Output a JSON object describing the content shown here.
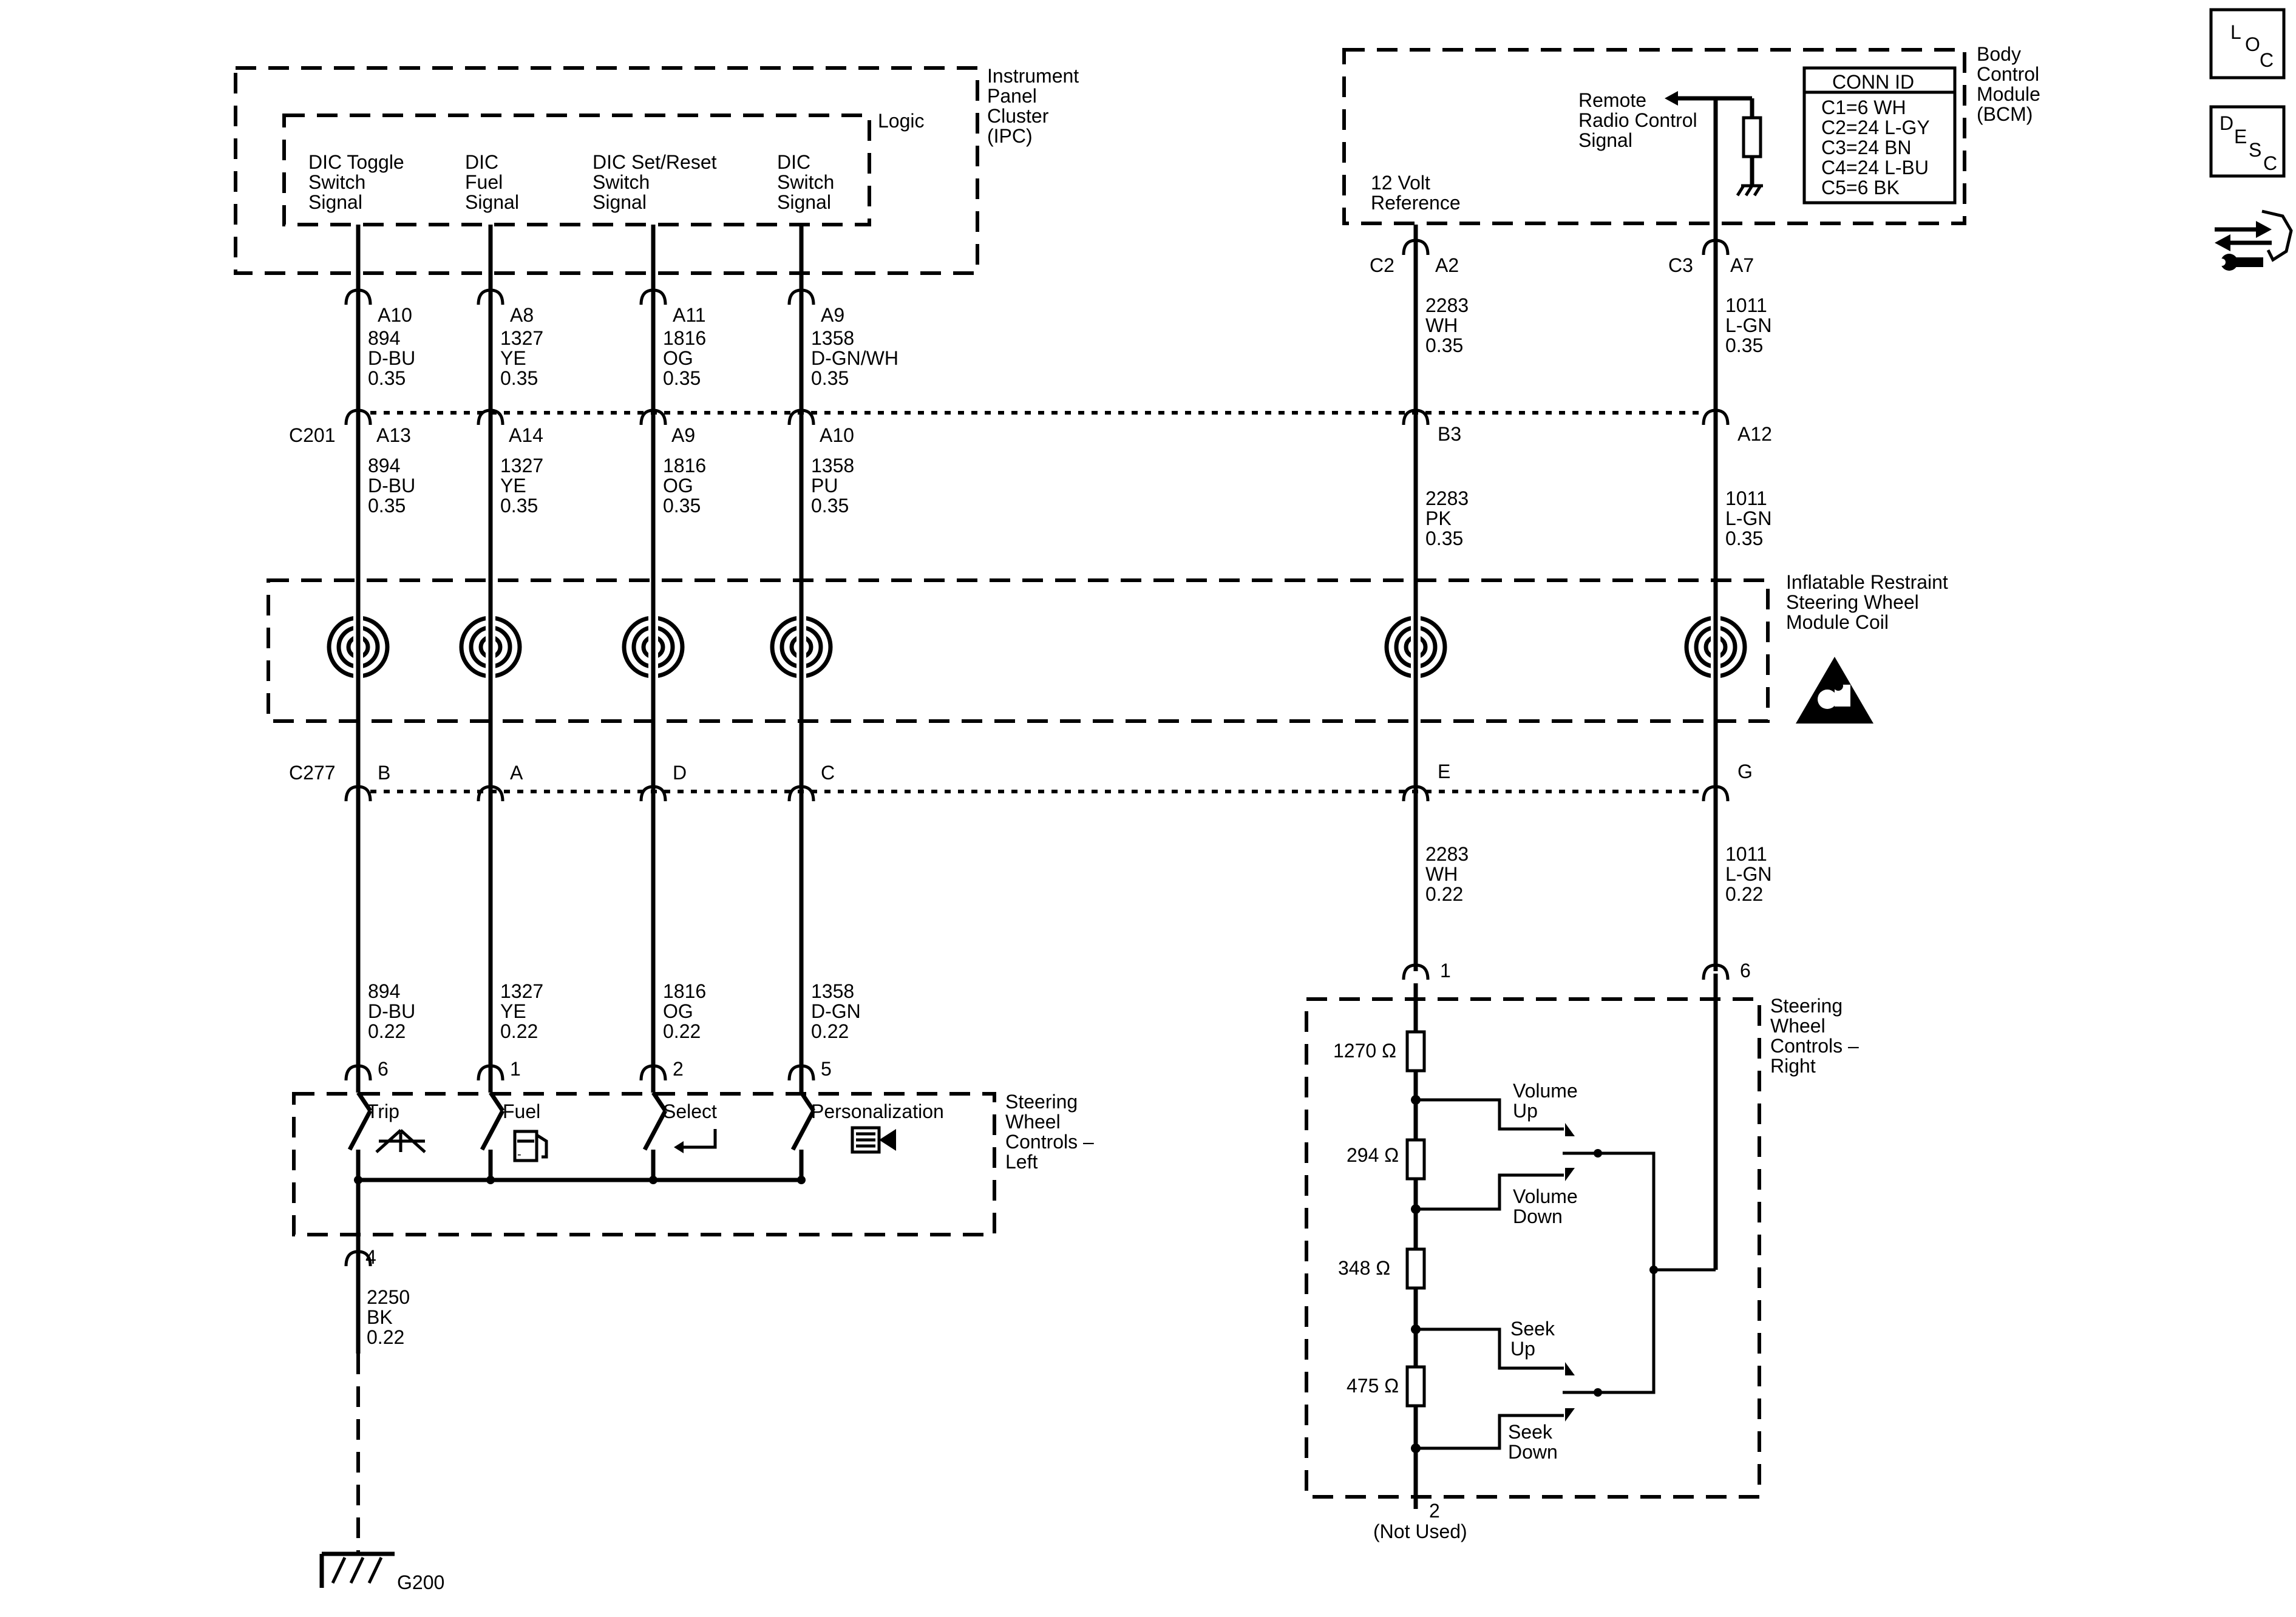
{
  "ipc": {
    "name_lines": [
      "Instrument",
      "Panel",
      "Cluster",
      "(IPC)"
    ],
    "logic_label": "Logic",
    "signals": [
      [
        "DIC Toggle",
        "Switch",
        "Signal"
      ],
      [
        "DIC",
        "Fuel",
        "Signal"
      ],
      [
        "DIC Set/Reset",
        "Switch",
        "Signal"
      ],
      [
        "DIC",
        "Switch",
        "Signal"
      ]
    ]
  },
  "bcm": {
    "name_lines": [
      "Body",
      "Control",
      "Module",
      "(BCM)"
    ],
    "remote_lines": [
      "Remote",
      "Radio Control",
      "Signal"
    ],
    "ref_lines": [
      "12 Volt",
      "Reference"
    ],
    "conn_id": [
      "CONN ID",
      "C1=6 WH",
      "C2=24 L-GY",
      "C3=24 BN",
      "C4=24 L-BU",
      "C5=6 BK"
    ]
  },
  "connector_c201": "C201",
  "connector_c277": "C277",
  "left_circuits": [
    {
      "ipc_pin": "A10",
      "c201_pin": "A13",
      "c277_pin": "B",
      "sw_pin": "6",
      "seg1": [
        "894",
        "D-BU",
        "0.35"
      ],
      "seg2": [
        "894",
        "D-BU",
        "0.35"
      ],
      "seg3": [
        "894",
        "D-BU",
        "0.22"
      ]
    },
    {
      "ipc_pin": "A8",
      "c201_pin": "A14",
      "c277_pin": "A",
      "sw_pin": "1",
      "seg1": [
        "1327",
        "YE",
        "0.35"
      ],
      "seg2": [
        "1327",
        "YE",
        "0.35"
      ],
      "seg3": [
        "1327",
        "YE",
        "0.22"
      ]
    },
    {
      "ipc_pin": "A11",
      "c201_pin": "A9",
      "c277_pin": "D",
      "sw_pin": "2",
      "seg1": [
        "1816",
        "OG",
        "0.35"
      ],
      "seg2": [
        "1816",
        "OG",
        "0.35"
      ],
      "seg3": [
        "1816",
        "OG",
        "0.22"
      ]
    },
    {
      "ipc_pin": "A9",
      "c201_pin": "A10",
      "c277_pin": "C",
      "sw_pin": "5",
      "seg1": [
        "1358",
        "D-GN/WH",
        "0.35"
      ],
      "seg2": [
        "1358",
        "PU",
        "0.35"
      ],
      "seg3": [
        "1358",
        "D-GN",
        "0.22"
      ]
    }
  ],
  "right_circuits": [
    {
      "bcm_conn": "C2",
      "bcm_pin": "A2",
      "c201_pin": "B3",
      "c277_pin": "E",
      "sw_pin": "1",
      "seg1": [
        "2283",
        "WH",
        "0.35"
      ],
      "seg2": [
        "2283",
        "PK",
        "0.35"
      ],
      "seg3": [
        "2283",
        "WH",
        "0.22"
      ]
    },
    {
      "bcm_conn": "C3",
      "bcm_pin": "A7",
      "c201_pin": "A12",
      "c277_pin": "G",
      "sw_pin": "6",
      "seg1": [
        "1011",
        "L-GN",
        "0.35"
      ],
      "seg2": [
        "1011",
        "L-GN",
        "0.35"
      ],
      "seg3": [
        "1011",
        "L-GN",
        "0.22"
      ]
    }
  ],
  "coil_label_lines": [
    "Inflatable Restraint",
    "Steering Wheel",
    "Module Coil"
  ],
  "swc_left": {
    "name_lines": [
      "Steering",
      "Wheel",
      "Controls –",
      "Left"
    ],
    "switches": [
      "Trip",
      "Fuel",
      "Select",
      "Personalization"
    ],
    "ground_pin": "4",
    "ground_wire": [
      "2250",
      "BK",
      "0.22"
    ],
    "ground": "G200"
  },
  "swc_right": {
    "name_lines": [
      "Steering",
      "Wheel",
      "Controls –",
      "Right"
    ],
    "resistors": [
      "1270 Ω",
      "294 Ω",
      "348 Ω",
      "475 Ω"
    ],
    "buttons": [
      [
        "Volume",
        "Up"
      ],
      [
        "Volume",
        "Down"
      ],
      [
        "Seek",
        "Up"
      ],
      [
        "Seek",
        "Down"
      ]
    ],
    "bottom_pin": "2",
    "bottom_note": "(Not Used)"
  },
  "side_icons": {
    "loc": [
      "L",
      "O",
      "C"
    ],
    "desc": [
      "D",
      "E",
      "S",
      "C"
    ]
  }
}
